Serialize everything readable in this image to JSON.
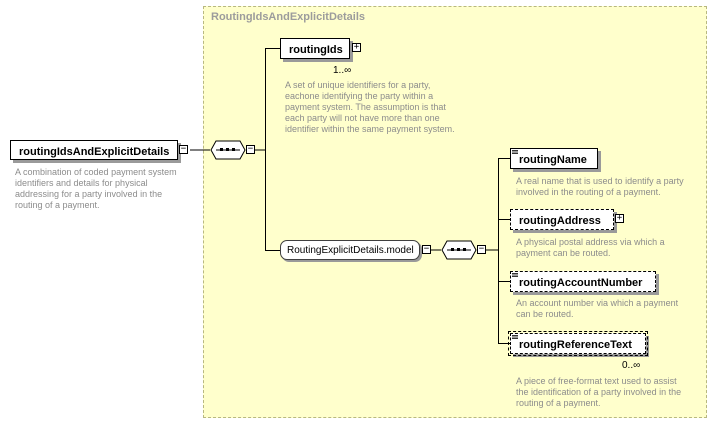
{
  "root": {
    "name": "routingIdsAndExplicitDetails",
    "description": "A combination of coded payment system\nidentifiers and details for physical\naddressing for a party involved in the\nrouting of a payment."
  },
  "group": {
    "title": "RoutingIdsAndExplicitDetails"
  },
  "routingIds": {
    "name": "routingIds",
    "multiplicity": "1..∞",
    "description": "A set of unique identifiers for a party,\neachone identifying the party within a\npayment system. The assumption is that\neach party will not have more than one\nidentifier within the same payment system."
  },
  "model": {
    "name": "RoutingExplicitDetails.model"
  },
  "children": [
    {
      "name": "routingName",
      "description": "A real name that is used to identify a party\ninvolved in the routing of a payment."
    },
    {
      "name": "routingAddress",
      "description": "A physical postal address via which a\npayment can be routed."
    },
    {
      "name": "routingAccountNumber",
      "description": "An account number via which a payment\ncan be routed."
    },
    {
      "name": "routingReferenceText",
      "multiplicity": "0..∞",
      "description": "A piece of free-format text used to assist\nthe identification of a party involved in the\nrouting of a payment."
    }
  ],
  "icons": {
    "collapse": "minus-toggle-icon",
    "expand": "plus-toggle-icon",
    "sequence": "sequence-compositor-icon"
  }
}
